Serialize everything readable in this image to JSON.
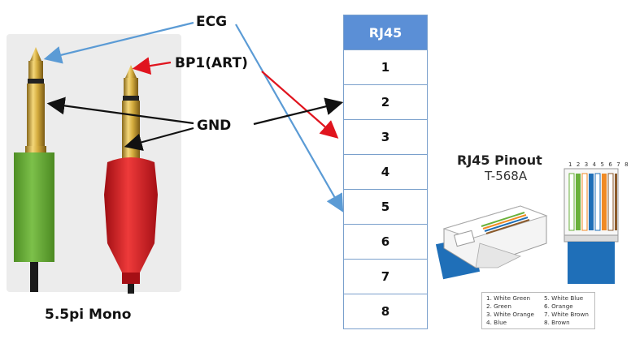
{
  "labels": {
    "ecg": "ECG",
    "bp1": "BP1(ART)",
    "gnd": "GND",
    "caption": "5.5pi Mono"
  },
  "table": {
    "header": "RJ45",
    "pins": [
      "1",
      "2",
      "3",
      "4",
      "5",
      "6",
      "7",
      "8"
    ]
  },
  "pinout": {
    "title": "RJ45 Pinout",
    "standard": "T-568A",
    "pin_numbers": "1 2 3 4 5 6 7 8",
    "legend_left": [
      "1. White Green",
      "2. Green",
      "3. White Orange",
      "4. Blue"
    ],
    "legend_right": [
      "5. White Blue",
      "6. Orange",
      "7. White Brown",
      "8. Brown"
    ]
  },
  "colors": {
    "ecg_line": "#5b9bd5",
    "bp_line": "#e0141e",
    "gnd_line": "#111111",
    "table_header": "#5b8fd6",
    "plug_green": "#6ab13b",
    "plug_red": "#e01f26",
    "gold": "#c9a43a"
  }
}
